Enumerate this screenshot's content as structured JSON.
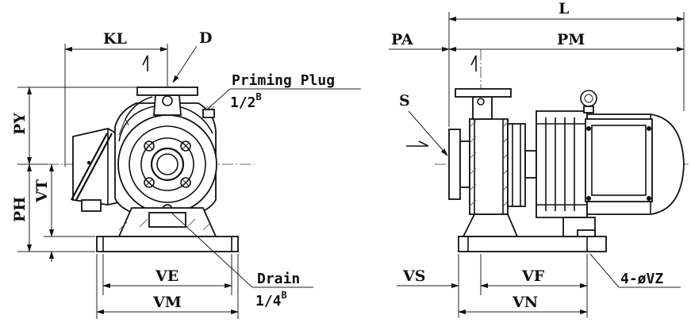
{
  "front_view": {
    "dimensions": {
      "kl": "KL",
      "py": "PY",
      "ph": "PH",
      "vt": "VT",
      "ve": "VE",
      "vm": "VM",
      "d": "D"
    },
    "callouts": {
      "priming_plug": "Priming Plug",
      "priming_plug_size": "1/2",
      "priming_plug_size_sup": "B",
      "drain": "Drain",
      "drain_size": "1/4",
      "drain_size_sup": "B"
    }
  },
  "side_view": {
    "dimensions": {
      "l": "L",
      "pa": "PA",
      "pm": "PM",
      "s": "S",
      "vs": "VS",
      "vf": "VF",
      "vn": "VN",
      "hole_spec": "4-øVZ"
    }
  }
}
